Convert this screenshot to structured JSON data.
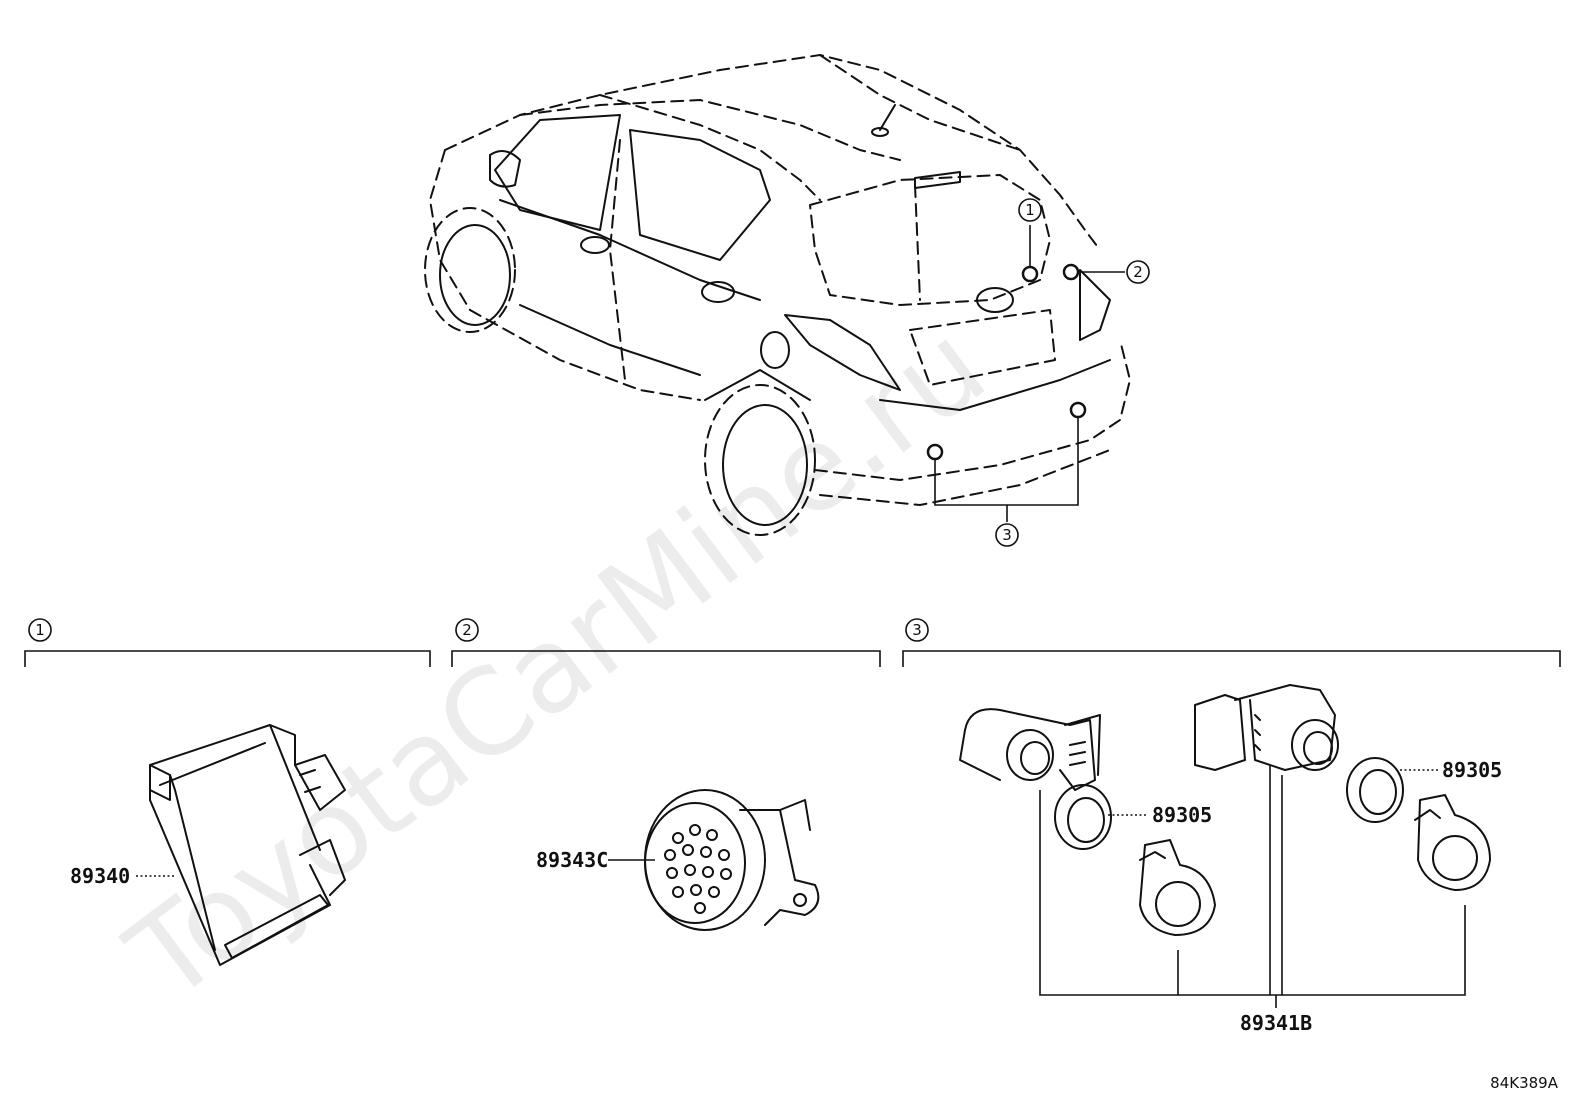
{
  "callouts": [
    "1",
    "2",
    "3"
  ],
  "parts": {
    "controller": "89340",
    "buzzer": "89343C",
    "retainer_left": "89305",
    "retainer_right": "89305",
    "sensor": "89341B"
  },
  "figure_code": "84K389A",
  "watermark": "ToyotaCarMine.ru",
  "colors": {
    "ink": "#111111",
    "background": "#ffffff"
  }
}
